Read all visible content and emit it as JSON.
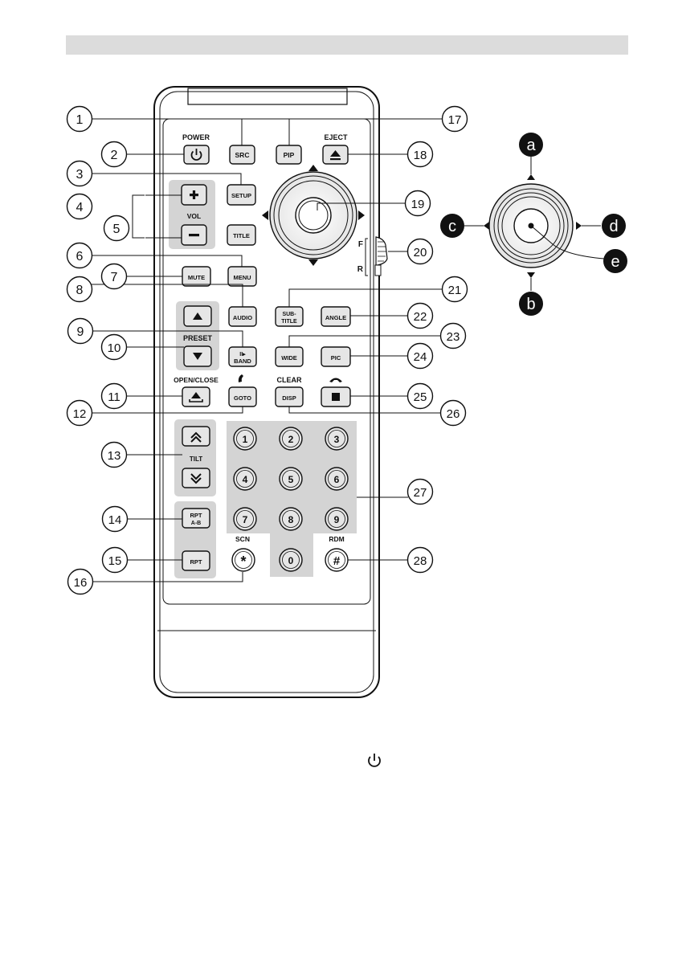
{
  "labels": {
    "power": "POWER",
    "eject": "EJECT",
    "vol": "VOL",
    "preset": "PRESET",
    "open_close": "OPEN/CLOSE",
    "clear": "CLEAR",
    "tilt": "TILT",
    "scn": "SCN",
    "rdm": "RDM",
    "switch_f": "F",
    "switch_r": "R"
  },
  "buttons": {
    "src": "SRC",
    "pip": "PIP",
    "setup": "SETUP",
    "title": "TITLE",
    "menu": "MENU",
    "mute": "MUTE",
    "audio": "AUDIO",
    "subtitle_1": "SUB-",
    "subtitle_2": "TITLE",
    "angle": "ANGLE",
    "band": "BAND",
    "band_icon": "II▸",
    "wide": "WIDE",
    "pic": "PIC",
    "goto": "GOTO",
    "disp": "DISP",
    "rpt_ab_1": "RPT",
    "rpt_ab_2": "A-B",
    "rpt": "RPT",
    "num_1": "1",
    "num_2": "2",
    "num_3": "3",
    "num_4": "4",
    "num_5": "5",
    "num_6": "6",
    "num_7": "7",
    "num_8": "8",
    "num_9": "9",
    "num_0": "0",
    "star": "*",
    "hash": "#"
  },
  "callouts": {
    "c1": "1",
    "c2": "2",
    "c3": "3",
    "c4": "4",
    "c5": "5",
    "c6": "6",
    "c7": "7",
    "c8": "8",
    "c9": "9",
    "c10": "10",
    "c11": "11",
    "c12": "12",
    "c13": "13",
    "c14": "14",
    "c15": "15",
    "c16": "16",
    "c17": "17",
    "c18": "18",
    "c19": "19",
    "c20": "20",
    "c21": "21",
    "c22": "22",
    "c23": "23",
    "c24": "24",
    "c25": "25",
    "c26": "26",
    "c27": "27",
    "c28": "28"
  },
  "joystick_callouts": {
    "a": "a",
    "b": "b",
    "c": "c",
    "d": "d",
    "e": "e"
  },
  "icons": [
    "power-icon",
    "eject-icon",
    "plus-icon",
    "minus-icon",
    "arrow-up-icon",
    "arrow-down-icon",
    "phone-pickup-icon",
    "phone-hangup-icon",
    "stop-icon",
    "double-up-icon",
    "double-down-icon",
    "open-close-icon"
  ],
  "colors": {
    "panel": "#d4d4d4",
    "button": "#e6e6e6",
    "outline": "#111111",
    "header": "#dcdcdc"
  }
}
